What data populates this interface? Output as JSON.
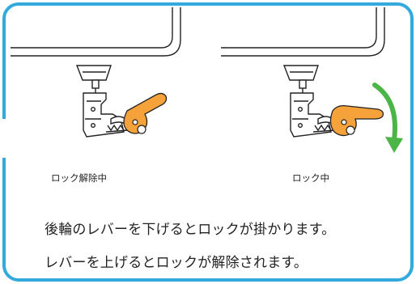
{
  "diagram": {
    "panels": [
      {
        "state": "unlocked",
        "caption": "ロック解除中",
        "arrow": false
      },
      {
        "state": "locked",
        "caption": "ロック中",
        "arrow": true
      }
    ],
    "description": [
      "後輪のレバーを下げるとロックが掛かります。",
      "レバーを上げるとロックが解除されます。"
    ],
    "colors": {
      "frame": "#33a9dd",
      "lever": "#f5a23a",
      "arrow": "#4cb547",
      "line": "#222222"
    },
    "icons": [
      "rotate-down-arrow-icon"
    ]
  }
}
